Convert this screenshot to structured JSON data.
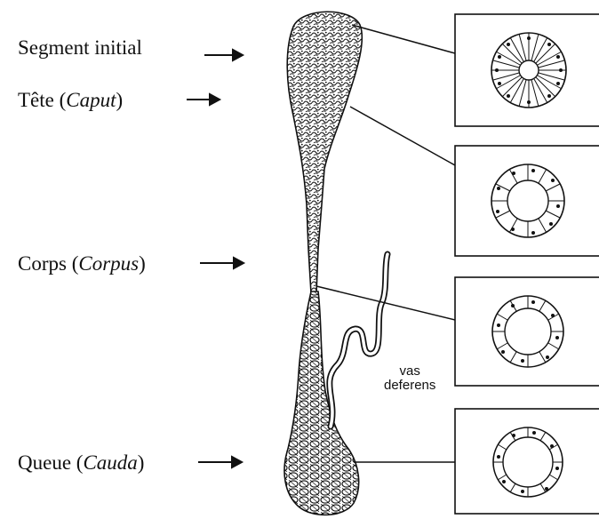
{
  "labels": {
    "segment_initial": {
      "text": "Segment initial",
      "italic": ""
    },
    "tete": {
      "text": "Tête (",
      "italic": "Caput",
      "close": ")"
    },
    "corps": {
      "text": "Corps (",
      "italic": "Corpus",
      "close": ")"
    },
    "queue": {
      "text": "Queue (",
      "italic": "Cauda",
      "close": ")"
    }
  },
  "vas_deferens": {
    "line1": "vas",
    "line2": "deferens"
  },
  "colors": {
    "ink": "#111111",
    "background": "#ffffff"
  },
  "sections": [
    {
      "name": "segment-initial",
      "epithelium": "tall-columnar"
    },
    {
      "name": "caput",
      "epithelium": "columnar"
    },
    {
      "name": "corpus",
      "epithelium": "cuboidal"
    },
    {
      "name": "cauda",
      "epithelium": "low-cuboidal"
    }
  ]
}
